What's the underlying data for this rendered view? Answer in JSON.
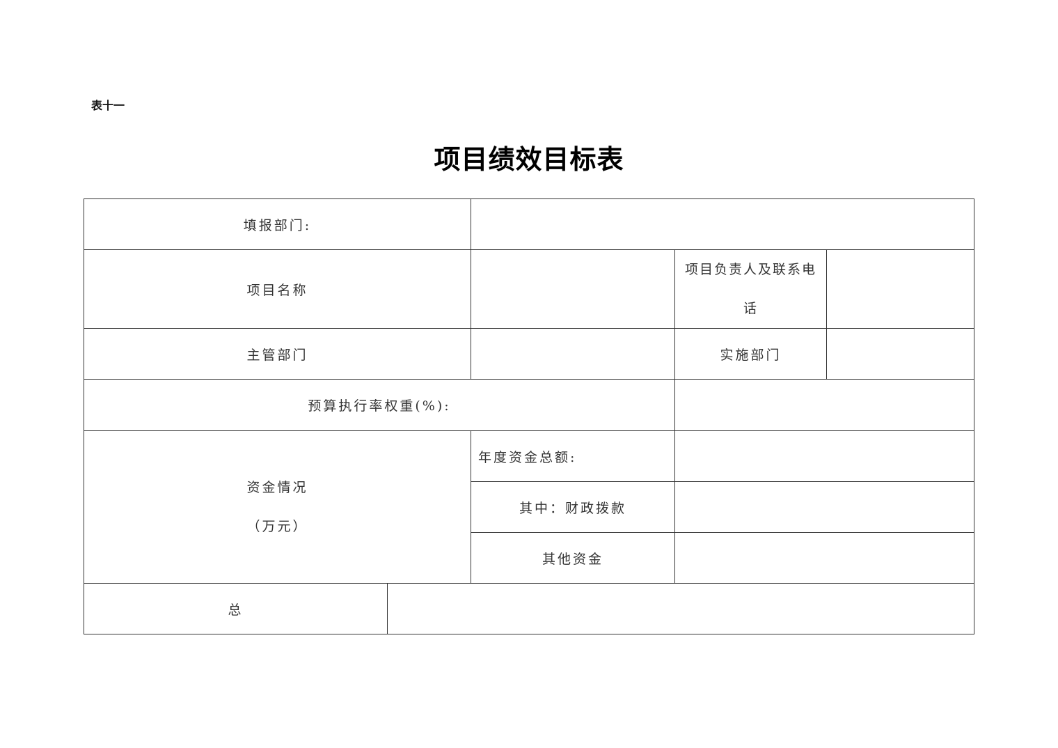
{
  "document": {
    "label": "表十一",
    "title": "项目绩效目标表"
  },
  "table": {
    "filling_department": {
      "label": "填报部门:",
      "value": ""
    },
    "project_name": {
      "label": "项目名称",
      "value": ""
    },
    "project_leader_phone": {
      "label_line1": "项目负责人及联系电",
      "label_line2": "话",
      "value": ""
    },
    "competent_department": {
      "label": "主管部门",
      "value": ""
    },
    "implementing_department": {
      "label": "实施部门",
      "value": ""
    },
    "budget_execution_weight": {
      "label": "预算执行率权重(%):",
      "value": ""
    },
    "funding": {
      "label_line1": "资金情况",
      "label_line2": "（万元）",
      "annual_total": {
        "label": "年度资金总额:",
        "value": ""
      },
      "fiscal_appropriation": {
        "label": "其中：财政拨款",
        "value": ""
      },
      "other_funds": {
        "label": "其他资金",
        "value": ""
      }
    },
    "total": {
      "label": "总",
      "value": ""
    }
  }
}
